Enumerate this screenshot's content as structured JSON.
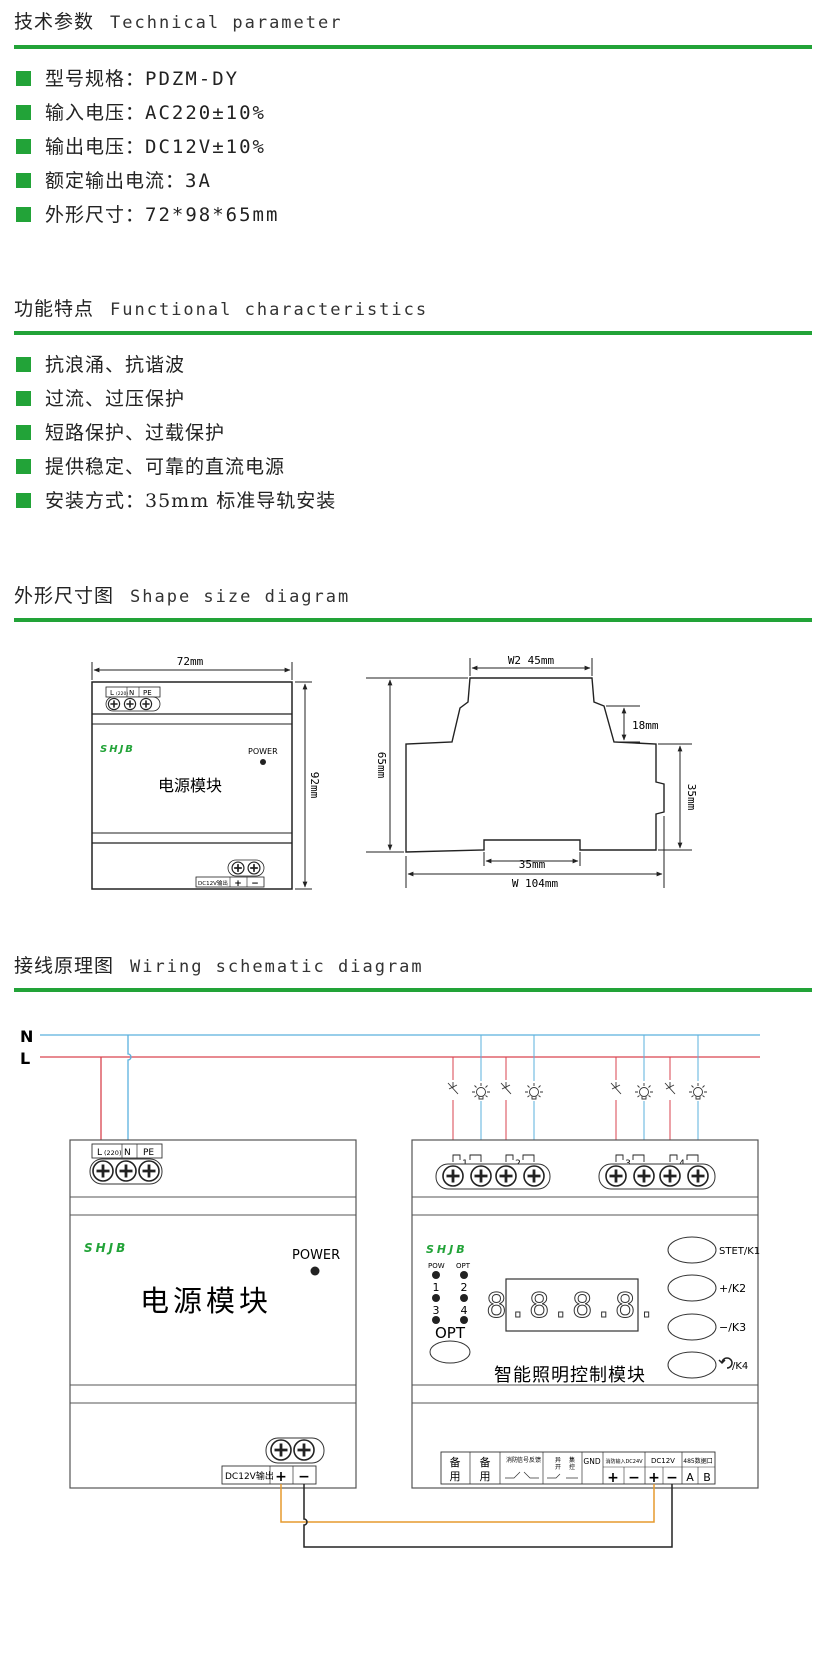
{
  "sections": {
    "tech": {
      "cn": "技术参数",
      "en": "Technical parameter"
    },
    "func": {
      "cn": "功能特点",
      "en": "Functional characteristics"
    },
    "shape": {
      "cn": "外形尺寸图",
      "en": "Shape size diagram"
    },
    "wiring": {
      "cn": "接线原理图",
      "en": "Wiring schematic diagram"
    }
  },
  "tech_items": [
    {
      "label": "型号规格：",
      "value": "PDZM-DY"
    },
    {
      "label": "输入电压：",
      "value": "AC220±10%"
    },
    {
      "label": "输出电压：",
      "value": "DC12V±10%"
    },
    {
      "label": "额定输出电流：",
      "value": "3A"
    },
    {
      "label": "外形尺寸：",
      "value": "72*98*65mm"
    }
  ],
  "func_items": [
    "抗浪涌、抗谐波",
    "过流、过压保护",
    "短路保护、过载保护",
    "提供稳定、可靠的直流电源",
    "安装方式：35mm 标准导轨安装"
  ],
  "shape": {
    "width_72": "72mm",
    "height_92": "92mm",
    "w2": "W2  45mm",
    "h65": "65mm",
    "d18": "18mm",
    "d35_side": "35mm",
    "d35_bottom": "35mm",
    "w104": "W  104mm",
    "term_L": "L",
    "term_220": "(220)",
    "term_N": "N",
    "term_PE": "PE",
    "brand": "SHJB",
    "power": "POWER",
    "module_name": "电源模块",
    "dc_out": "DC12V输出",
    "plus": "+",
    "minus": "−"
  },
  "wiring": {
    "N": "N",
    "L": "L",
    "term_L": "L",
    "term_220": "(220)",
    "term_N": "N",
    "term_PE": "PE",
    "brand": "SHJB",
    "power": "POWER",
    "module_name": "电源模块",
    "dc_out": "DC12V输出",
    "plus": "+",
    "minus": "−",
    "ctrl_brand": "SHJB",
    "pow": "POW",
    "opt": "OPT",
    "ind_1": "1",
    "ind_2": "2",
    "ind_3": "3",
    "ind_4": "4",
    "opt_button": "OPT",
    "display": "8.8.8.8.",
    "btn_k1": "STET/K1",
    "btn_k2": "+/K2",
    "btn_k3": "−/K3",
    "btn_k4": "/K4",
    "ctrl_name": "智能照明控制模块",
    "relay_1": "1",
    "relay_2": "2",
    "relay_3": "3",
    "relay_4": "4",
    "bt_spare1_a": "备",
    "bt_spare1_b": "用",
    "bt_spare2_a": "备",
    "bt_spare2_b": "用",
    "bt_fire_a": "消防",
    "bt_fire_b": "信号",
    "bt_fire_c": "反馈",
    "bt_remote_a": "异",
    "bt_remote_b": "开",
    "bt_ctrl_a": "集",
    "bt_ctrl_b": "控",
    "bt_gnd": "GND",
    "bt_fire_in": "消防输入DC24V",
    "bt_dc12v": "DC12V",
    "bt_485": "485数据口",
    "bt_A": "A",
    "bt_B": "B"
  },
  "colors": {
    "accent": "#22a338",
    "neutral_line": "#5bb1de",
    "live_line": "#d9434f",
    "orange_wire": "#e59a2e"
  }
}
